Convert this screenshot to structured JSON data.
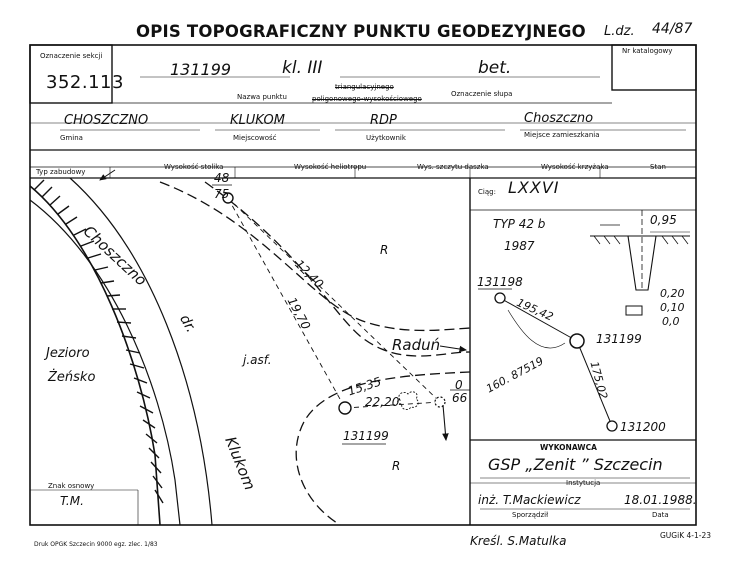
{
  "header": {
    "title": "OPIS TOPOGRAFICZNY PUNKTU GEODEZYJNEGO",
    "ldz_label": "L.dz.",
    "ldz_value": "44/87"
  },
  "section": {
    "label": "Oznaczenie sekcji",
    "number": "352.113"
  },
  "catalog": {
    "label": "Nr katalogowy"
  },
  "point": {
    "name_hw": "131199",
    "class_hw": "kl. III",
    "post_hw": "bet.",
    "name_label": "Nazwa punktu",
    "type1": "triangulacyjnego",
    "type2": "poligonowego-wysokościowego",
    "post_label": "Oznaczenie słupa"
  },
  "location": {
    "gmina_hw": "CHOSZCZNO",
    "gmina_label": "Gmina",
    "miejscowosc_hw": "KLUKOM",
    "miejscowosc_label": "Miejscowość",
    "uzytkownik_hw": "RDP",
    "uzytkownik_label": "Użytkownik",
    "zamieszkanie_hw": "Choszczno",
    "zamieszkanie_label": "Miejsce zamieszkania"
  },
  "columns": [
    "Typ zabudowy",
    "Wysokość stolika",
    "Wysokość heliotropu",
    "Wys. szczytu daszka",
    "Wysokość krzyżaka",
    "Stan"
  ],
  "map": {
    "road_choszczno": "Choszczno",
    "road_klukom": "Klukom",
    "dr": "dr.",
    "lake1": "Jezioro",
    "lake2": "Żeńsko",
    "r1": "R",
    "r2": "R",
    "jasf": "j.asf.",
    "radun": "Raduń",
    "d1": "12,40",
    "d2": "19,70",
    "d3": "15,35",
    "d4": "22,20",
    "pt_top": "48",
    "pt_top_sub": "75",
    "pt_right": "0",
    "pt_right_sub": "66",
    "pt_main": "131199",
    "znak_label": "Znak osnowy",
    "znak_value": "T.M."
  },
  "ciag": {
    "label": "Ciąg:",
    "value": "LXXVI",
    "typ": "TYP 42 b",
    "year": "1987",
    "depth": "0,95",
    "h1": "0,20",
    "h2": "0,10",
    "h3": "0,0",
    "p1": "131198",
    "p2": "131199",
    "p3": "131200",
    "dist1": "195,42",
    "dist2": "175,02",
    "angle": "160. 87519"
  },
  "wykonawca": {
    "label": "WYKONAWCA",
    "instytucja_hw": "GSP „Zenit ” Szczecin",
    "instytucja_label": "Instytucja",
    "sporzadzil_hw": "inż.   T.Mackiewicz",
    "sporzadzil_label": "Sporządził",
    "data_hw": "18.01.1988.",
    "data_label": "Data"
  },
  "footer": {
    "druk": "Druk OPGK Szczecin 9000 egz. zlec. 1/83",
    "kreslil": "Kreśl.   S.Matulka",
    "gugik": "GUGiK 4-1-23"
  }
}
